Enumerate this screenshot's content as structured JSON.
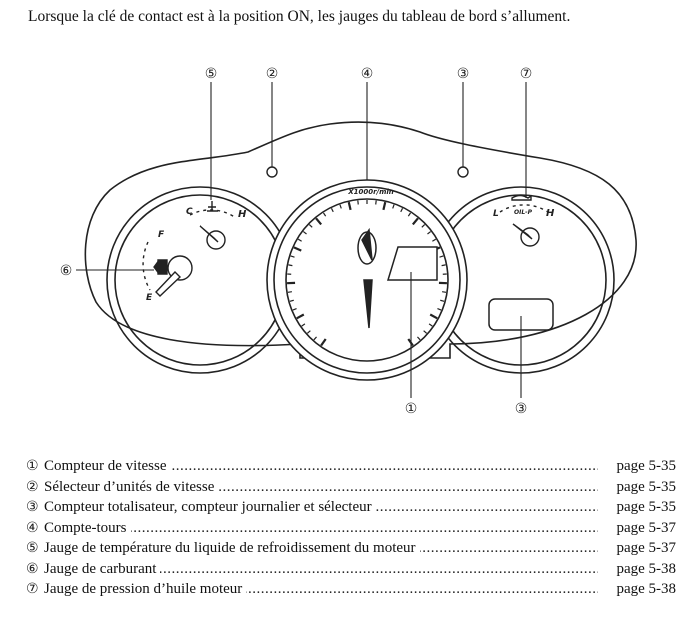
{
  "intro": "Lorsque la clé de contact est à la position ON, les jauges du tableau de bord s’allument.",
  "diagram": {
    "callouts": [
      "①",
      "②",
      "③",
      "④",
      "⑤",
      "⑥",
      "⑦"
    ],
    "tach_unit": "X1000r/min",
    "temp_gauge": {
      "low": "C",
      "high": "H"
    },
    "fuel_gauge": {
      "full": "F",
      "empty": "E"
    },
    "oil_gauge": {
      "low": "L",
      "high": "H",
      "label": "OIL-P"
    }
  },
  "legend": [
    {
      "num": "①",
      "label": "Compteur de vitesse",
      "page": "page 5-35"
    },
    {
      "num": "②",
      "label": "Sélecteur d’unités de vitesse",
      "page": "page 5-35"
    },
    {
      "num": "③",
      "label": "Compteur totalisateur, compteur journalier et sélecteur",
      "page": "page 5-35"
    },
    {
      "num": "④",
      "label": "Compte-tours",
      "page": "page 5-37"
    },
    {
      "num": "⑤",
      "label": "Jauge de température du liquide de refroidissement du moteur",
      "page": "page 5-37"
    },
    {
      "num": "⑥",
      "label": "Jauge de carburant",
      "page": "page 5-38"
    },
    {
      "num": "⑦",
      "label": "Jauge de pression d’huile moteur",
      "page": "page 5-38"
    }
  ]
}
